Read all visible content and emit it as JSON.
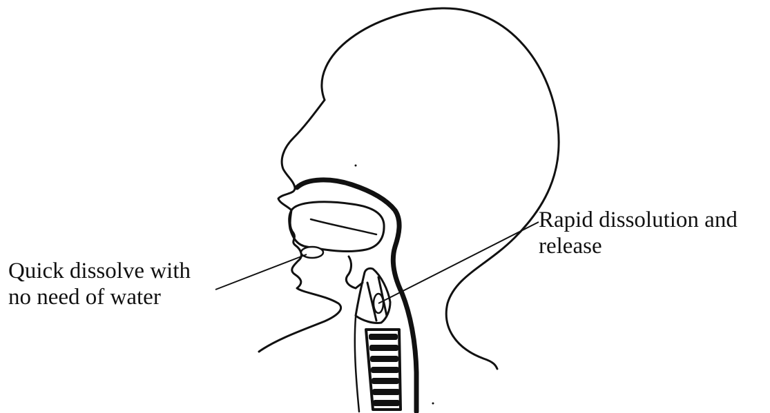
{
  "labels": {
    "left": {
      "line1": "Quick dissolve with",
      "line2": "no need of water"
    },
    "right": {
      "line1": "Rapid dissolution and",
      "line2": "release"
    }
  },
  "colors": {
    "ink": "#111111",
    "background": "#ffffff"
  }
}
